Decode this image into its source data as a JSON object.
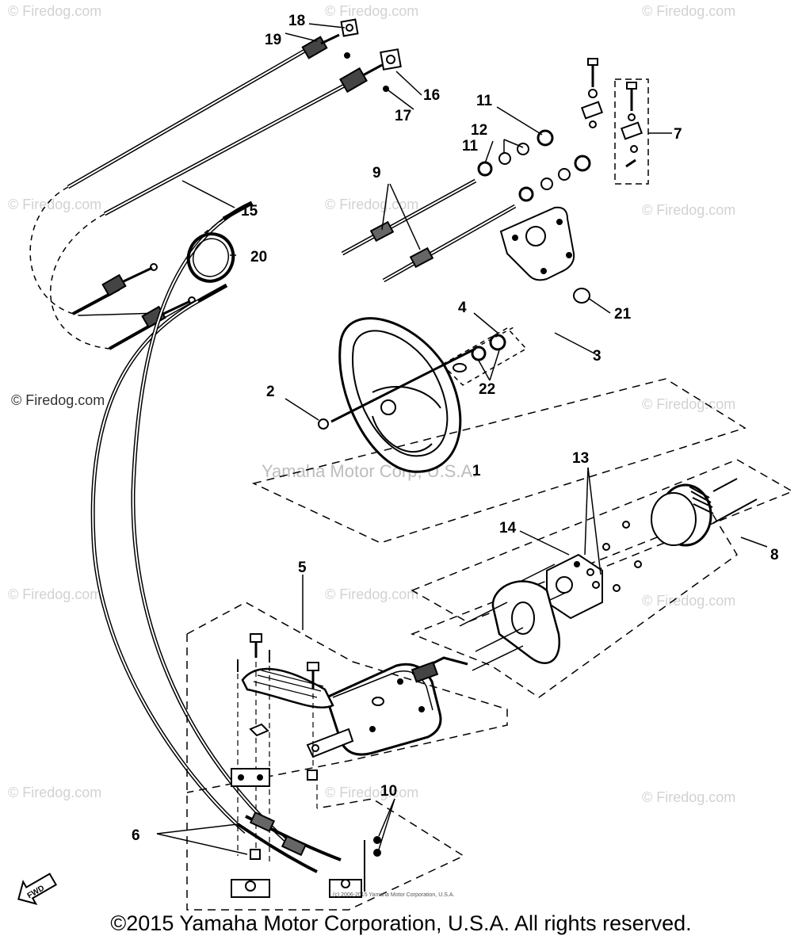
{
  "watermarks": {
    "site": "© Firedog.com",
    "site_dark": "© Firedog.com",
    "center": "Yamaha Motor Corp, U.S.A."
  },
  "callouts": {
    "c1": "1",
    "c2": "2",
    "c3": "3",
    "c4": "4",
    "c5": "5",
    "c6": "6",
    "c7": "7",
    "c8": "8",
    "c9": "9",
    "c10": "10",
    "c11a": "11",
    "c11b": "11",
    "c12": "12",
    "c13": "13",
    "c14": "14",
    "c15": "15",
    "c16": "16",
    "c17": "17",
    "c18": "18",
    "c19": "19",
    "c20": "20",
    "c21": "21",
    "c22": "22"
  },
  "fwd_label": "FWD",
  "footer": {
    "small_print": "(c) 2006-2015 Yamaha Motor Corporation, U.S.A.",
    "copyright": "©2015 Yamaha Motor Corporation, U.S.A. All rights reserved."
  }
}
